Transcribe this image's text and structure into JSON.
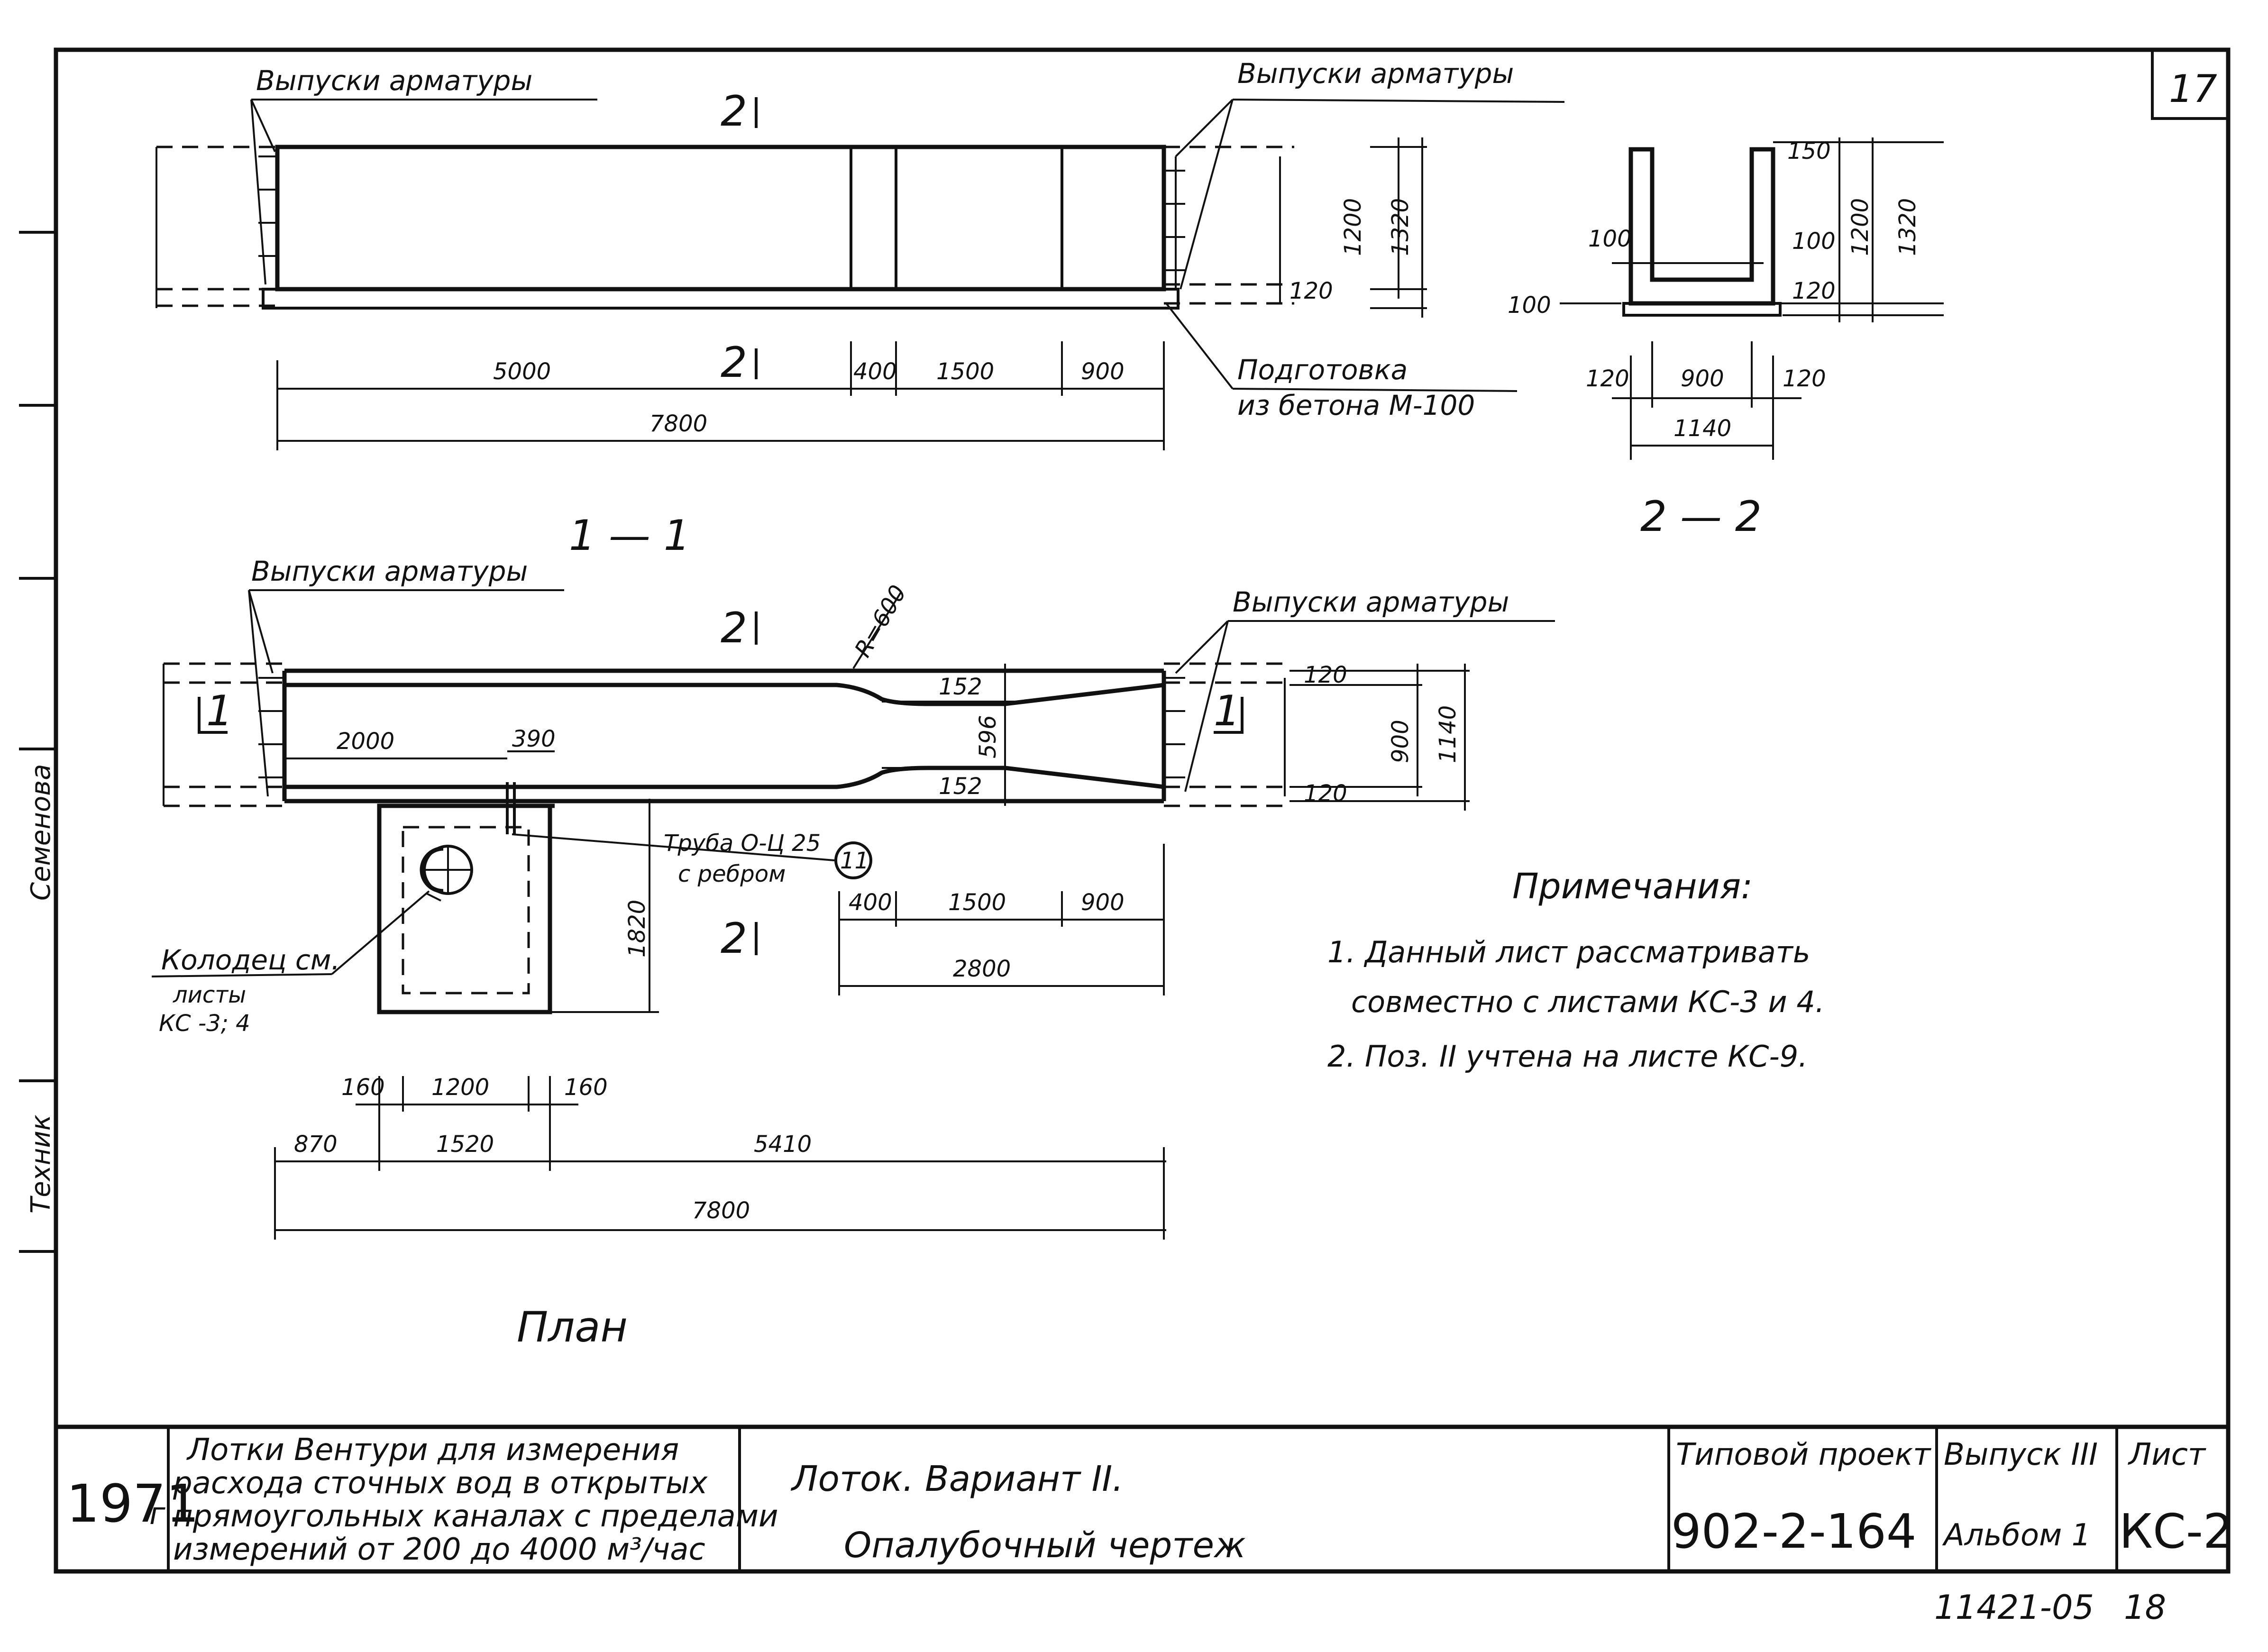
{
  "sheet_number": "17",
  "labels": {
    "rebar_outlets": "Выпуски арматуры",
    "concrete_prep_1": "Подготовка",
    "concrete_prep_2": "из бетона М-100",
    "pipe_1": "Труба О-Ц 25",
    "pipe_2": "с ребром",
    "pipe_pos": "11",
    "well_1": "Колодец см.",
    "well_2": "листы",
    "well_3": "КС -3; 4",
    "radius": "R=600",
    "cut_mark": "2",
    "cut_mark_1": "1"
  },
  "views": {
    "section_1_1": "1 — 1",
    "section_2_2": "2 — 2",
    "plan": "План"
  },
  "dimensions": {
    "elev": {
      "d5000": "5000",
      "d400": "400",
      "d1500": "1500",
      "d900": "900",
      "d7800": "7800",
      "d1200": "1200",
      "d1320": "1320",
      "d120": "120"
    },
    "sec22": {
      "d150": "150",
      "d100a": "100",
      "d100b": "100",
      "d100c": "100",
      "d1200": "1200",
      "d1320": "1320",
      "d120": "120",
      "w120a": "120",
      "w900": "900",
      "w120b": "120",
      "w1140": "1140"
    },
    "plan": {
      "d2000": "2000",
      "d390": "390",
      "d152a": "152",
      "d596": "596",
      "d152b": "152",
      "d120a": "120",
      "d120b": "120",
      "d900": "900",
      "d1140": "1140",
      "d1820": "1820",
      "d400": "400",
      "d1500": "1500",
      "d900b": "900",
      "d2800": "2800",
      "d160a": "160",
      "d1200": "1200",
      "d160b": "160",
      "d870": "870",
      "d1520": "1520",
      "d5410": "5410",
      "d7800": "7800"
    }
  },
  "notes": {
    "title": "Примечания:",
    "line1": "1. Данный   лист   рассматривать",
    "line2": "совместно  с  листами  КС-3 и 4.",
    "line3": "2. Поз. II   учтена   на   листе КС-9."
  },
  "side_strip": {
    "name": "Семенова",
    "role": "Техник"
  },
  "title_block": {
    "year": "1971",
    "year_suffix": "г",
    "desc_1": "Лотки Вентури для измерения",
    "desc_2": "расхода сточных вод в открытых",
    "desc_3": "прямоугольных каналах с пределами",
    "desc_4": "измерений от 200 до 4000 м³/час",
    "sheet_title_1": "Лоток.  Вариант  II.",
    "sheet_title_2": "Опалубочный    чертеж",
    "typ_proj_label": "Типовой  проект",
    "typ_proj_value": "902-2-164",
    "issue_label": "Выпуск III",
    "album_label": "Альбом 1",
    "sheet_label": "Лист",
    "sheet_value": "КС-2"
  },
  "footer": {
    "code": "11421-05",
    "page": "18"
  }
}
